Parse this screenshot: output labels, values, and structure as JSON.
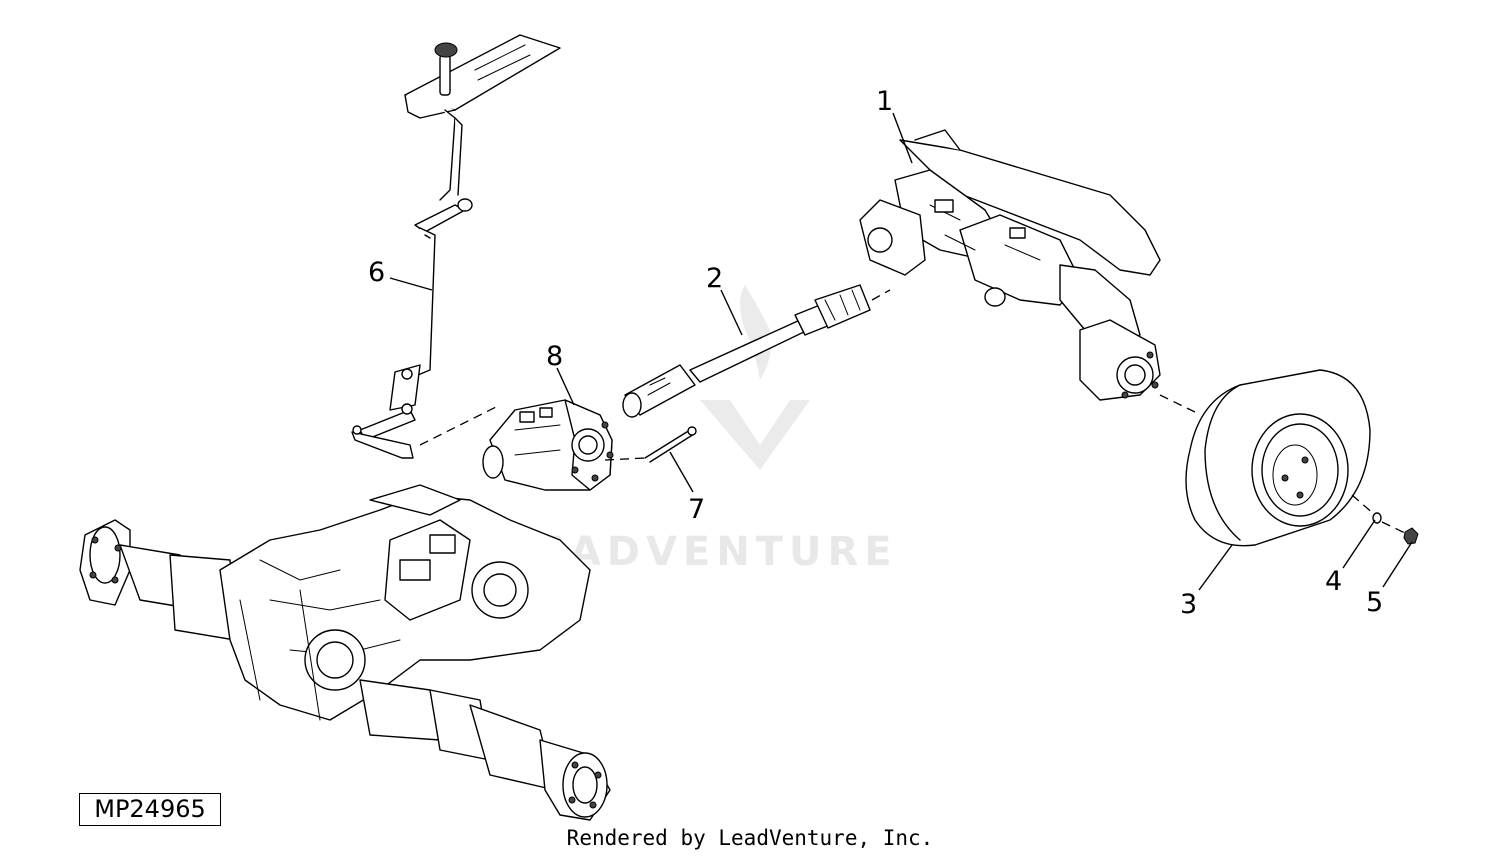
{
  "watermark": {
    "text": "LEADVENTURE"
  },
  "callouts": [
    {
      "id": "1",
      "label": "1"
    },
    {
      "id": "2",
      "label": "2"
    },
    {
      "id": "3",
      "label": "3"
    },
    {
      "id": "4",
      "label": "4"
    },
    {
      "id": "5",
      "label": "5"
    },
    {
      "id": "6",
      "label": "6"
    },
    {
      "id": "7",
      "label": "7"
    },
    {
      "id": "8",
      "label": "8"
    }
  ],
  "figure_ref": "MP24965",
  "credit": "Rendered by LeadVenture, Inc."
}
